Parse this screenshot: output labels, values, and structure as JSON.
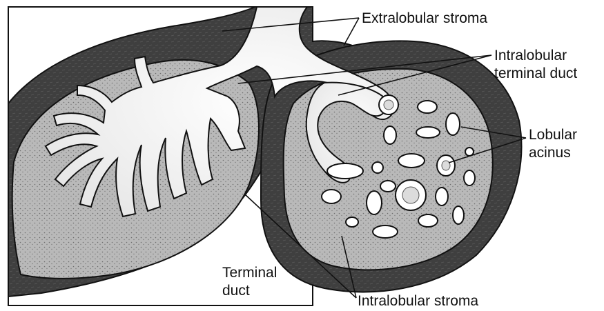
{
  "labels": {
    "extralobular_stroma": "Extralobular stroma",
    "intralobular_terminal_duct": [
      "Intralobular",
      "terminal duct"
    ],
    "lobular_acinus": [
      "Lobular",
      "acinus"
    ],
    "terminal_duct": [
      "Terminal",
      "duct"
    ],
    "intralobular_stroma": "Intralobular stroma"
  },
  "colors": {
    "outline": "#111111",
    "stroma": "#3f3f3f",
    "lobule": "#b9b9b9",
    "lumen": "#f4f4f4",
    "background": "#ffffff"
  }
}
